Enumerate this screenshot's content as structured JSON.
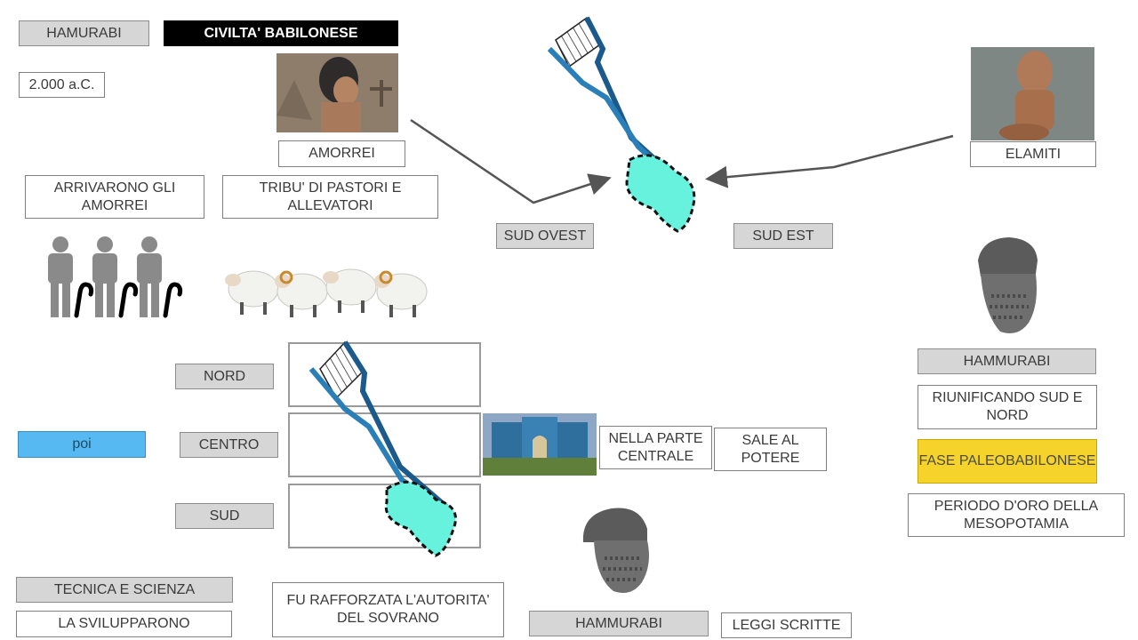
{
  "slide": {
    "title": "CIVILTA' BABILONESE",
    "hamurabi_tag": "HAMURABI",
    "date": "2.000 a.C.",
    "amorrei": "AMORREI",
    "arrivarono": "ARRIVARONO GLI AMORREI",
    "tribu": "TRIBU' DI PASTORI E ALLEVATORI",
    "sud_ovest": "SUD OVEST",
    "sud_est": "SUD EST",
    "elamiti": "ELAMITI",
    "nord": "NORD",
    "centro": "CENTRO",
    "sud": "SUD",
    "poi": "poi",
    "nella_parte": "NELLA PARTE CENTRALE",
    "sale_al": "SALE AL POTERE",
    "hammurabi_right": "HAMMURABI",
    "riunificando": "RIUNIFICANDO SUD E NORD",
    "fase": "FASE PALEOBABILONESE",
    "periodo": "PERIODO D'ORO DELLA MESOPOTAMIA",
    "tecnica": "TECNICA E SCIENZA",
    "svilupparono": "LA SVILUPPARONO",
    "fu_rafforzata": "FU RAFFORZATA L'AUTORITA' DEL SOVRANO",
    "hammurabi_bottom": "HAMMURABI",
    "leggi": "LEGGI SCRITTE",
    "sheep_emoji": "🐑🐏🐑🐏"
  },
  "colors": {
    "gray_box": "#d6d6d6",
    "blue_box": "#56b9f1",
    "yellow_box": "#f5d32a",
    "river_dark": "#1b5a8a",
    "river_light": "#2a7fb8",
    "gulf_fill": "#66f2dd"
  },
  "icons": [
    "people-with-canes-icon",
    "sheep-icon",
    "map-mesopotamia-icon",
    "arrow-icon"
  ]
}
